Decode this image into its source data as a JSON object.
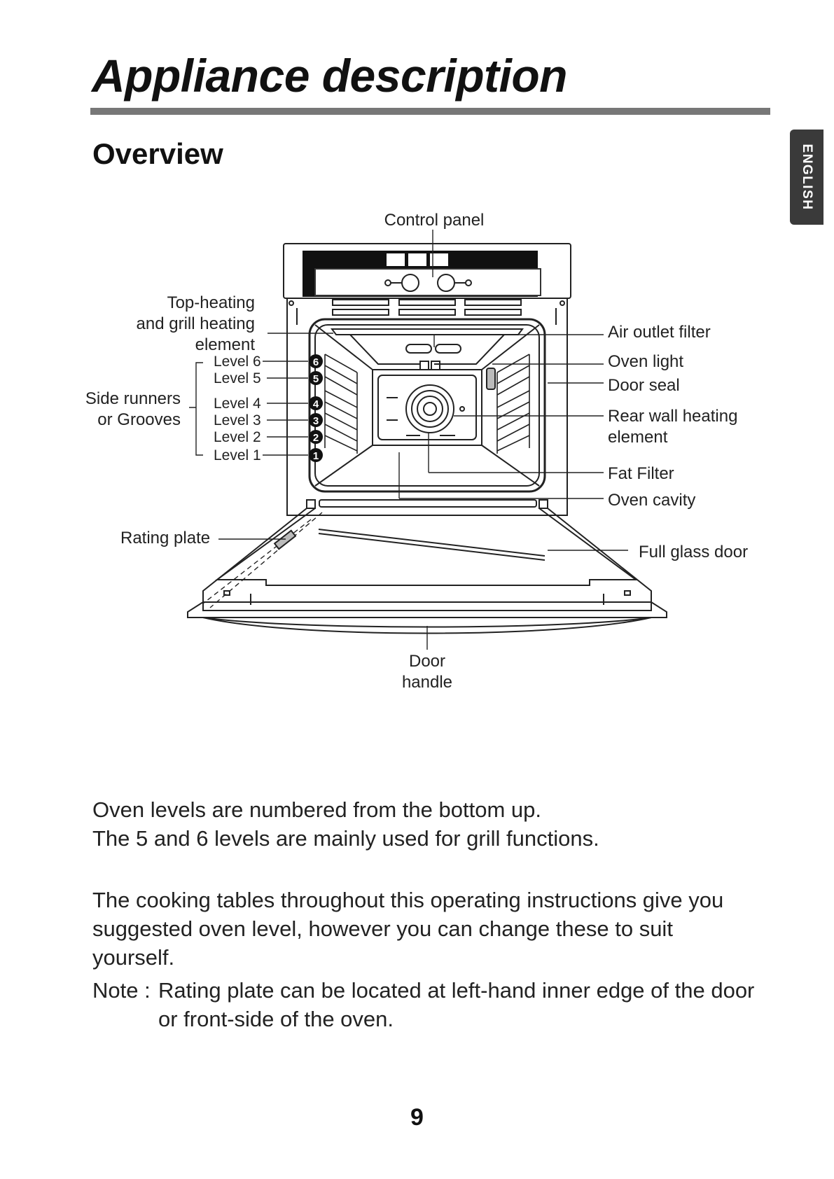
{
  "title": "Appliance description",
  "language_tab": "ENGLISH",
  "section_title": "Overview",
  "diagram": {
    "labels": {
      "control_panel": "Control panel",
      "top_heating": "Top-heating\nand grill heating\nelement",
      "side_runners": "Side runners\nor Grooves",
      "rating_plate": "Rating plate",
      "air_outlet_filter": "Air outlet filter",
      "oven_light": "Oven light",
      "door_seal": "Door seal",
      "rear_wall_heating": "Rear wall heating\nelement",
      "fat_filter": "Fat Filter",
      "oven_cavity": "Oven cavity",
      "full_glass_door": "Full glass door",
      "door_handle": "Door\nhandle"
    },
    "levels": [
      {
        "label": "Level 6",
        "badge": "6"
      },
      {
        "label": "Level 5",
        "badge": "5"
      },
      {
        "label": "Level 4",
        "badge": "4"
      },
      {
        "label": "Level 3",
        "badge": "3"
      },
      {
        "label": "Level 2",
        "badge": "2"
      },
      {
        "label": "Level 1",
        "badge": "1"
      }
    ]
  },
  "paragraphs": [
    "Oven levels are numbered from the bottom up.",
    "The 5 and 6 levels are mainly used for grill functions.",
    "The cooking tables throughout this operating instructions give you suggested oven level, however you can change these to suit yourself."
  ],
  "note": {
    "key": "Note :",
    "text": "Rating plate can be located at left-hand inner edge of the door or front-side of the oven."
  },
  "page_number": "9"
}
